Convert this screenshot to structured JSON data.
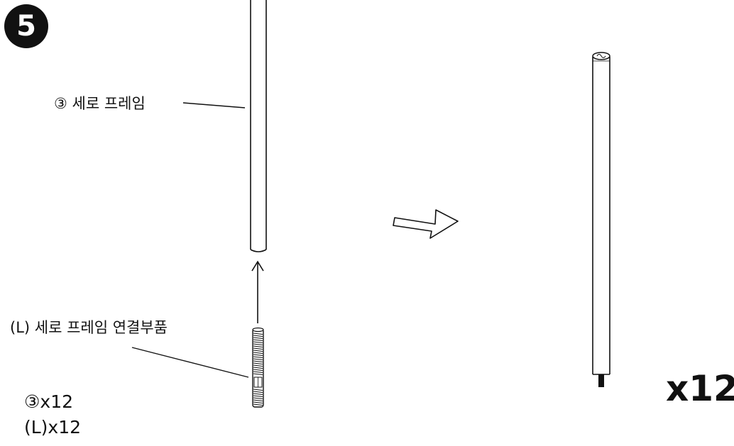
{
  "step": {
    "number": "5"
  },
  "labels": {
    "vertical_frame": "③ 세로 프레임",
    "vertical_frame_connector": "(L) 세로 프레임 연결부품"
  },
  "quantities": {
    "vertical_frame": "③x12",
    "connector": "(L)x12"
  },
  "result": {
    "count": "x12"
  },
  "icons": {
    "direction_arrow": "right-arrow-icon"
  },
  "colors": {
    "ink": "#111111",
    "background": "#ffffff"
  }
}
